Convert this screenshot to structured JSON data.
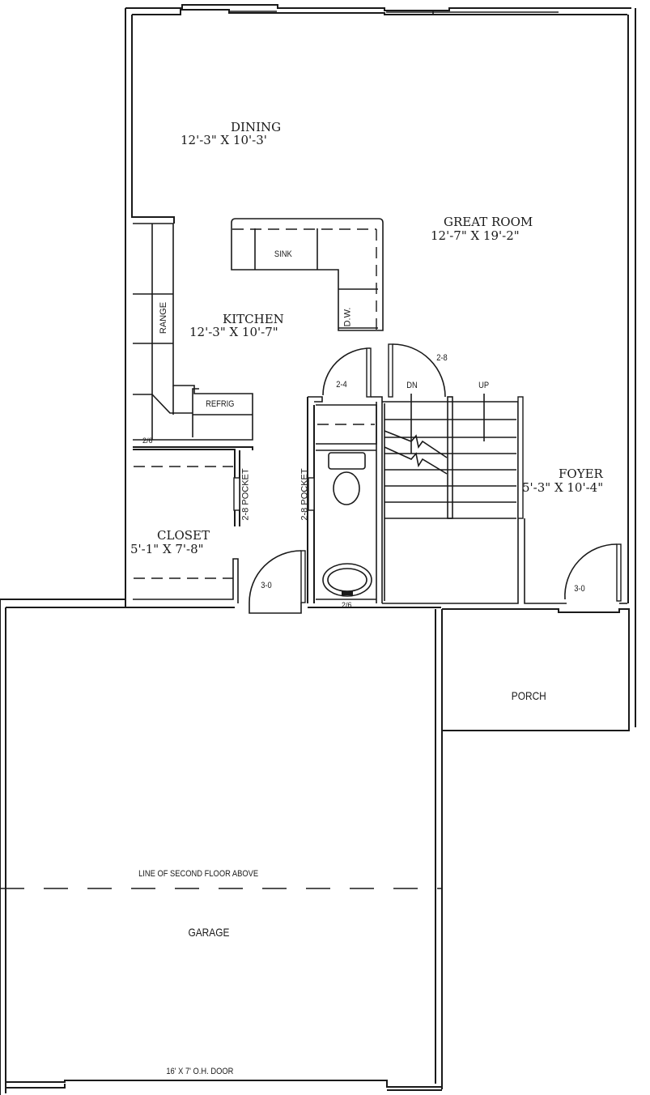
{
  "plan": {
    "rooms": {
      "dining": {
        "name": "DINING",
        "dims": "12'-3\" X 10'-3'"
      },
      "great_room": {
        "name": "GREAT ROOM",
        "dims": "12'-7\" X 19'-2\""
      },
      "kitchen": {
        "name": "KITCHEN",
        "dims": "12'-3\" X 10'-7\""
      },
      "closet": {
        "name": "CLOSET",
        "dims": "5'-1\" X 7'-8\""
      },
      "foyer": {
        "name": "FOYER",
        "dims": "5'-3\" X 10'-4\""
      },
      "porch": {
        "name": "PORCH"
      },
      "garage": {
        "name": "GARAGE"
      }
    },
    "fixtures": {
      "sink": "SINK",
      "dishwasher": "D.W.",
      "range": "RANGE",
      "refrigerator": "REFRIG"
    },
    "doors": {
      "pantry_door": "2-4",
      "stair_door": "2-8",
      "closet_pocket": "2-8 POCKET",
      "bath_pocket": "2-8 POCKET",
      "garage_entry": "3-0",
      "front_door": "3-0",
      "garage_door": "16' X 7' O.H. DOOR"
    },
    "stairs": {
      "down": "DN",
      "up": "UP"
    },
    "notes": {
      "second_floor_line": "LINE OF SECOND FLOOR ABOVE",
      "window_tag_kitchen": "2/6",
      "window_tag_bath": "2/6"
    },
    "colors": {
      "line": "#1a1a1a",
      "background": "#ffffff"
    }
  }
}
